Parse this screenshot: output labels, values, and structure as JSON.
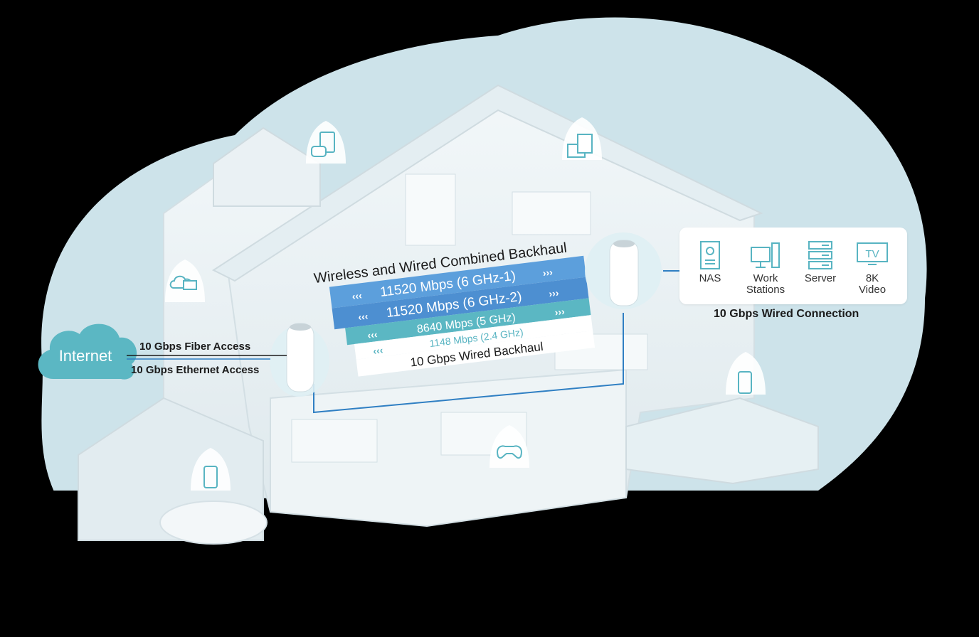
{
  "diagram": {
    "backhaul_title": "Wireless and Wired Combined Backhaul",
    "bands": [
      {
        "label": "11520 Mbps (6 GHz-1)",
        "color": "#5c9fdc",
        "text_color": "#ffffff"
      },
      {
        "label": "11520 Mbps (6 GHz-2)",
        "color": "#4d8fd1",
        "text_color": "#ffffff"
      },
      {
        "label": "8640 Mbps (5 GHz)",
        "color": "#5bb7c3",
        "text_color": "#ffffff"
      },
      {
        "label": "1148 Mbps (2.4 GHz)",
        "color": "#ffffff",
        "text_color": "#58b4c2"
      },
      {
        "label": "10 Gbps Wired Backhaul",
        "color": "#ffffff",
        "text_color": "#1b1b1b"
      }
    ],
    "internet_label": "Internet",
    "fiber_access": "10 Gbps Fiber Access",
    "ethernet_access": "10 Gbps Ethernet Access",
    "wired_connection": "10 Gbps Wired Connection",
    "devices": [
      {
        "label": "NAS",
        "icon": "nas-icon"
      },
      {
        "label": "Work\nStations",
        "icon": "workstation-icon"
      },
      {
        "label": "Server",
        "icon": "server-icon"
      },
      {
        "label": "8K\nVideo",
        "icon": "tv-icon",
        "icon_text": "TV"
      }
    ],
    "room_icons": [
      "console-tablet-icon",
      "monitor-icon",
      "cloud-icon",
      "smartphone-icon",
      "gamepad-icon",
      "smartphone-icon"
    ],
    "colors": {
      "accent": "#58b4c2",
      "backdrop": "#cde3ea",
      "house": "#e8f0f3",
      "wire": "#2f7fc3"
    }
  }
}
